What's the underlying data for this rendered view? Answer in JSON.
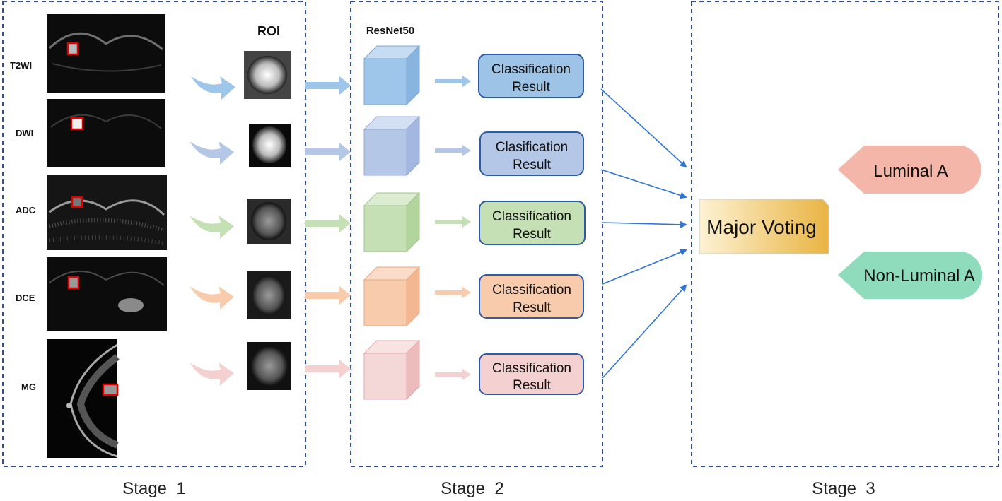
{
  "stages": [
    {
      "label": "Stage  1"
    },
    {
      "label": "Stage  2"
    },
    {
      "label": "Stage  3"
    }
  ],
  "roi_label": "ROI",
  "network_label": "ResNet50",
  "modalities": [
    {
      "name": "T2WI",
      "color": "#9ec5ea"
    },
    {
      "name": "DWI",
      "color": "#b4c7e7"
    },
    {
      "name": "ADC",
      "color": "#c5e0b4"
    },
    {
      "name": "DCE",
      "color": "#f8cbad"
    },
    {
      "name": "MG",
      "color": "#f4d0d0"
    }
  ],
  "results": [
    {
      "line1": "Classification",
      "line2": "Result",
      "fill": "#9dc3e6"
    },
    {
      "line1": "Clasification",
      "line2": "Result",
      "fill": "#b4c7e7"
    },
    {
      "line1": "Classification",
      "line2": "Result",
      "fill": "#c5e0b4"
    },
    {
      "line1": "Classification",
      "line2": "Result",
      "fill": "#f8cbad"
    },
    {
      "line1": "Classification",
      "line2": "Result",
      "fill": "#f4d0d0"
    }
  ],
  "voting_label": "Major Voting",
  "outcomes": [
    {
      "label": "Luminal A",
      "fill": "#f4b6a8"
    },
    {
      "label": "Non-Luminal A",
      "fill": "#8fdcbc"
    }
  ],
  "colors": {
    "dashed_border": "#2f4f9a",
    "arrow_blue": "#2e75d6",
    "result_border": "#2e5aa7",
    "voting_start": "#fdf2d4",
    "voting_end": "#e9b443"
  }
}
